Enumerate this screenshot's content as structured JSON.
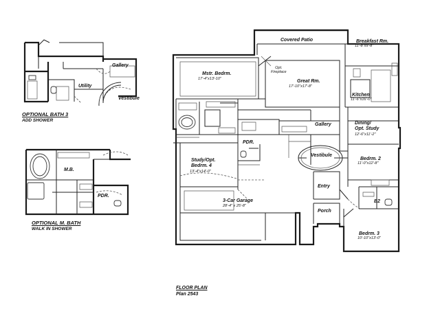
{
  "rooms": {
    "covered_patio": "Covered Patio",
    "breakfast": {
      "name": "Breakfast Rm.",
      "dim": "11'-8\"x9'-8\""
    },
    "master_bedroom": {
      "name": "Mstr. Bedrm.",
      "dim": "17'-4\"x13'-10\""
    },
    "fireplace": "Opt.\nFireplace",
    "great_room": {
      "name": "Great Rm.",
      "dim": "17'-10\"x17'-8\""
    },
    "kitchen": {
      "name": "Kitchen",
      "dim": "11'-6\"x16'-0\""
    },
    "gallery": "Gallery",
    "dining": {
      "name": "Dining/\nOpt. Study",
      "dim": "12'-6\"x11'-2\""
    },
    "pdr": "PDR.",
    "study": {
      "name": "Study/Opt.\nBedrm. 4",
      "dim": "13'-4\"x14'-0\""
    },
    "vestibule": "Vestibule",
    "bedroom2": {
      "name": "Bedrm. 2",
      "dim": "11'-0\"x12'-8\""
    },
    "entry": "Entry",
    "garage": {
      "name": "3-Car Garage",
      "dim": "28'-4\" x 25'-8\""
    },
    "bath2": "B2",
    "porch": "Porch",
    "bedroom3": {
      "name": "Bedrm. 3",
      "dim": "10'-10\"x13'-0\""
    }
  },
  "option_bath3": {
    "title": "OPTIONAL BATH 3",
    "subtitle": "ADD SHOWER",
    "gallery": "Gallery",
    "utility": "Utility",
    "vestibule": "Vestibule"
  },
  "option_master_bath": {
    "title": "OPTIONAL M. BATH",
    "subtitle": "WALK IN SHOWER",
    "mb": "M.B.",
    "pdr": "PDR."
  },
  "plan_title": {
    "line1": "FLOOR PLAN",
    "line2": "Plan 2543"
  }
}
